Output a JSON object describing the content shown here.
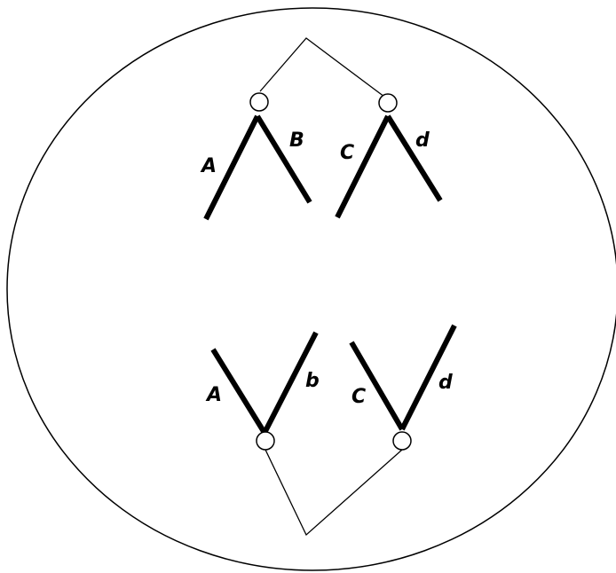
{
  "labels": {
    "top_left_left": "A",
    "top_left_right": "B",
    "top_right_left": "C",
    "top_right_right": "d",
    "bottom_left_left": "A",
    "bottom_left_right": "b",
    "bottom_right_left": "C",
    "bottom_right_right": "d"
  }
}
